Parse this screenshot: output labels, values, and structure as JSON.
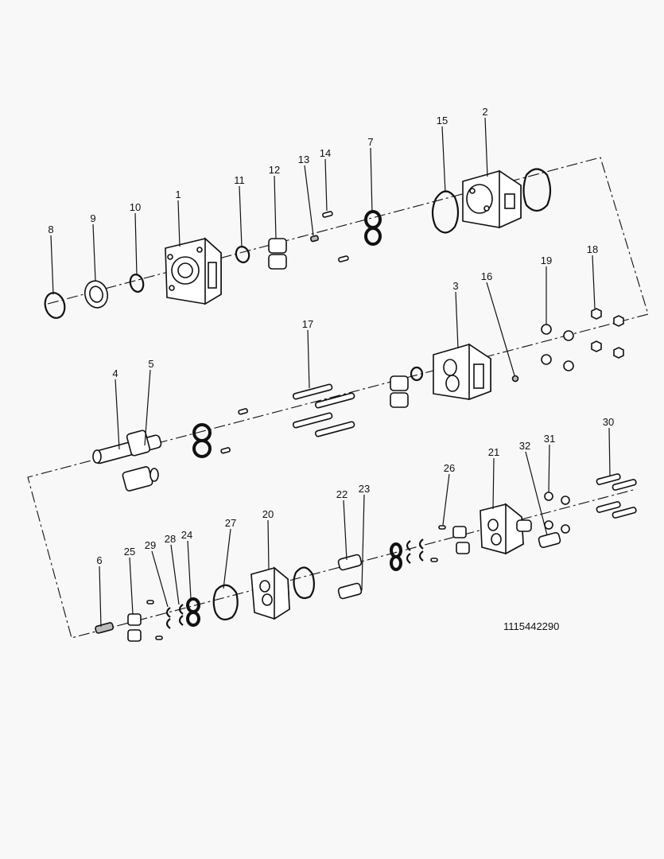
{
  "drawing": {
    "reference_number": "1115442290",
    "callouts": [
      {
        "label": "1"
      },
      {
        "label": "2"
      },
      {
        "label": "3"
      },
      {
        "label": "4"
      },
      {
        "label": "5"
      },
      {
        "label": "6"
      },
      {
        "label": "7"
      },
      {
        "label": "8"
      },
      {
        "label": "9"
      },
      {
        "label": "10"
      },
      {
        "label": "11"
      },
      {
        "label": "12"
      },
      {
        "label": "13"
      },
      {
        "label": "14"
      },
      {
        "label": "15"
      },
      {
        "label": "16"
      },
      {
        "label": "17"
      },
      {
        "label": "18"
      },
      {
        "label": "19"
      },
      {
        "label": "20"
      },
      {
        "label": "21"
      },
      {
        "label": "22"
      },
      {
        "label": "23"
      },
      {
        "label": "24"
      },
      {
        "label": "25"
      },
      {
        "label": "26"
      },
      {
        "label": "27"
      },
      {
        "label": "28"
      },
      {
        "label": "29"
      },
      {
        "label": "30"
      },
      {
        "label": "31"
      },
      {
        "label": "32"
      }
    ]
  }
}
